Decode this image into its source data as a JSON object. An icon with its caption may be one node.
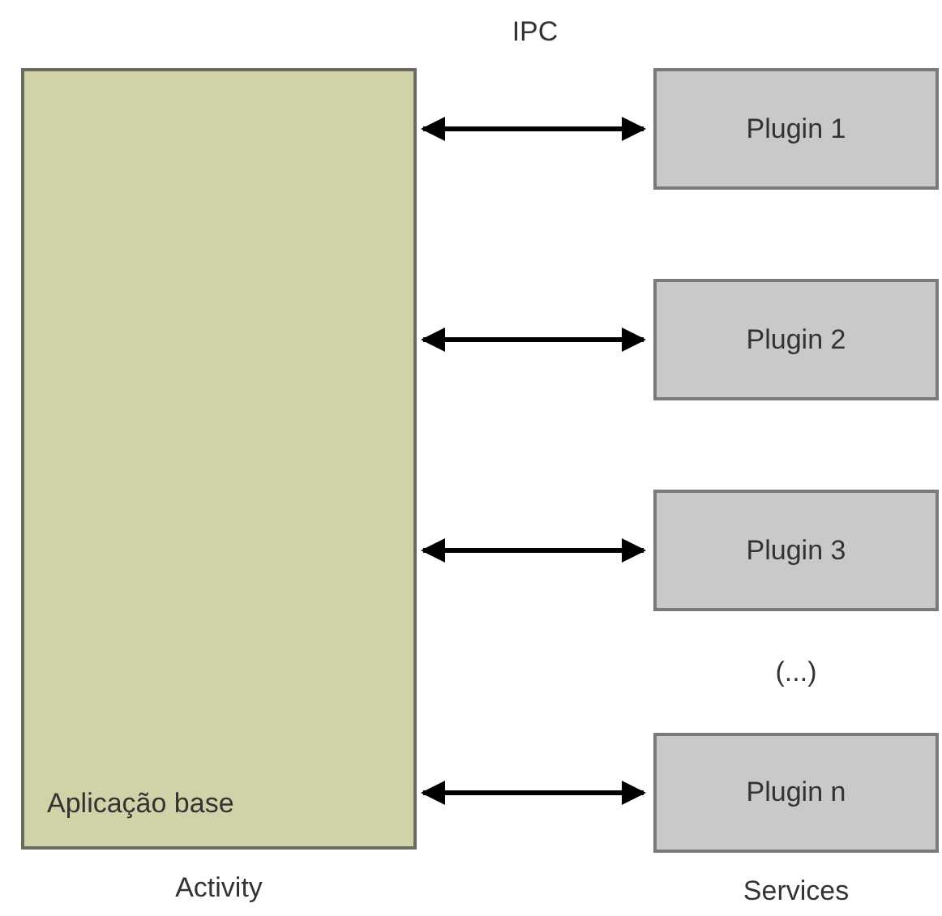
{
  "diagram": {
    "nodes": [
      {
        "text": [
          "Aplicação base"
        ],
        "beside": [
          "Activity"
        ]
      },
      {
        "text": [
          "Plugin 1"
        ]
      },
      {
        "text": [
          "Plugin 2"
        ]
      },
      {
        "text": [
          "Plugin 3"
        ]
      },
      {
        "text": [
          "Plugin n"
        ]
      }
    ],
    "edges": [
      {
        "from": 0,
        "to": 1,
        "arrow": "both"
      },
      {
        "from": 0,
        "to": 2,
        "arrow": "both"
      },
      {
        "from": 0,
        "to": 3,
        "arrow": "both"
      },
      {
        "from": 0,
        "to": 4,
        "arrow": "both"
      }
    ],
    "labels": [
      "IPC",
      "(...)",
      "Services"
    ]
  }
}
